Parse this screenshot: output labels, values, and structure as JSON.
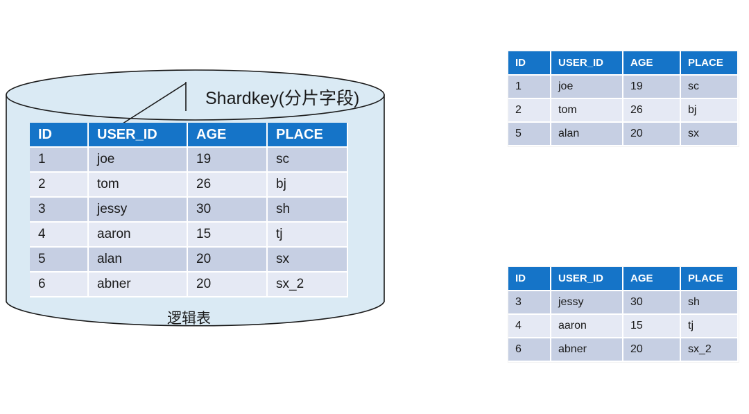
{
  "diagram": {
    "title_text": "Shardkey(分片字段)",
    "logical_table_caption": "逻辑表",
    "accent_color": "#1574c8",
    "cylinder_fill": "#daeaf4",
    "cylinder_stroke": "#1a1a1a",
    "row_odd_color": "#c6cfe3",
    "row_even_color": "#e5e9f4"
  },
  "columns": {
    "id": "ID",
    "user_id": "USER_ID",
    "age": "AGE",
    "place": "PLACE"
  },
  "logical_table": {
    "name": "logical-table",
    "caption": "逻辑表",
    "headers": [
      "ID",
      "USER_ID",
      "AGE",
      "PLACE"
    ],
    "rows": [
      [
        "1",
        "joe",
        "19",
        "sc"
      ],
      [
        "2",
        "tom",
        "26",
        "bj"
      ],
      [
        "3",
        "jessy",
        "30",
        "sh"
      ],
      [
        "4",
        "aaron",
        "15",
        "tj"
      ],
      [
        "5",
        "alan",
        "20",
        "sx"
      ],
      [
        "6",
        "abner",
        "20",
        "sx_2"
      ]
    ]
  },
  "shard_tables": [
    {
      "name": "shard-table-top",
      "headers": [
        "ID",
        "USER_ID",
        "AGE",
        "PLACE"
      ],
      "rows": [
        [
          "1",
          "joe",
          "19",
          "sc"
        ],
        [
          "2",
          "tom",
          "26",
          "bj"
        ],
        [
          "5",
          "alan",
          "20",
          "sx"
        ]
      ]
    },
    {
      "name": "shard-table-bottom",
      "headers": [
        "ID",
        "USER_ID",
        "AGE",
        "PLACE"
      ],
      "rows": [
        [
          "3",
          "jessy",
          "30",
          "sh"
        ],
        [
          "4",
          "aaron",
          "15",
          "tj"
        ],
        [
          "6",
          "abner",
          "20",
          "sx_2"
        ]
      ]
    }
  ]
}
